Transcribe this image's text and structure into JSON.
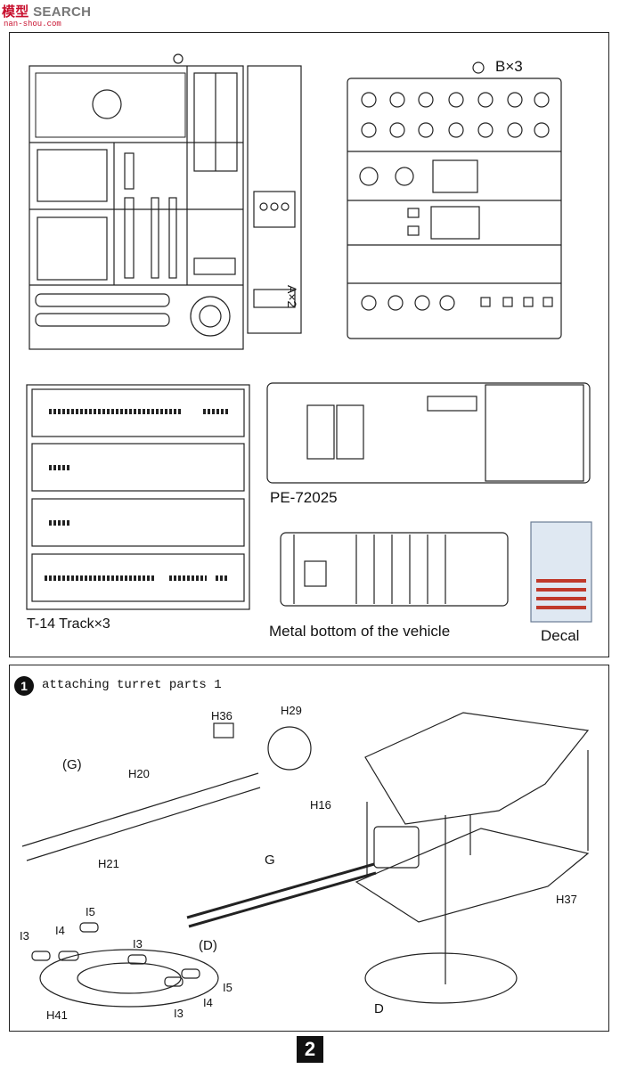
{
  "watermark": {
    "part1": "模型",
    "part2": "SEARCH",
    "sub": "nan-shou.com"
  },
  "sprue_a": {
    "label": "A×2"
  },
  "sprue_b": {
    "label": "B×3"
  },
  "track": {
    "label": "T-14 Track×3"
  },
  "pe": {
    "label": "PE-72025"
  },
  "metal_bottom": {
    "label": "Metal bottom of the vehicle"
  },
  "decal": {
    "label": "Decal"
  },
  "step": {
    "number": "1",
    "title": "attaching turret parts 1",
    "callouts": {
      "h36": "H36",
      "h29": "H29",
      "g_paren": "(G)",
      "h20": "H20",
      "h21": "H21",
      "h16": "H16",
      "g": "G",
      "h37": "H37",
      "i5a": "I5",
      "i3a": "I3",
      "i4a": "I4",
      "i3b": "I3",
      "d_paren": "(D)",
      "i5b": "I5",
      "i3c": "I3",
      "i4b": "I4",
      "h41": "H41",
      "d": "D"
    }
  },
  "page": {
    "number": "2"
  }
}
